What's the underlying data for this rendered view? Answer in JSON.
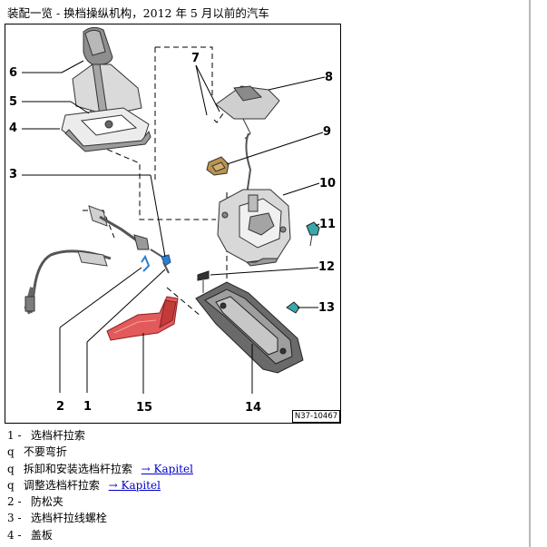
{
  "header": {
    "title": "装配一览 - 换档操纵机构，2012 年 5 月以前的汽车"
  },
  "figure": {
    "ref_code": "N37-10467",
    "callouts": [
      "6",
      "5",
      "4",
      "3",
      "7",
      "8",
      "9",
      "10",
      "11",
      "12",
      "13",
      "2",
      "1",
      "15",
      "14"
    ]
  },
  "legend": {
    "items": [
      {
        "marker": "1 -",
        "text": "选档杆拉索",
        "link": ""
      },
      {
        "marker": "q",
        "text": "不要弯折",
        "link": ""
      },
      {
        "marker": "q",
        "text": "拆卸和安装选档杆拉索",
        "link": "→ Kapitel"
      },
      {
        "marker": "q",
        "text": "调整选档杆拉索",
        "link": "→ Kapitel"
      },
      {
        "marker": "2 -",
        "text": "防松夹",
        "link": ""
      },
      {
        "marker": "3 -",
        "text": "选档杆拉线螺栓",
        "link": ""
      },
      {
        "marker": "4 -",
        "text": "盖板",
        "link": ""
      }
    ]
  }
}
